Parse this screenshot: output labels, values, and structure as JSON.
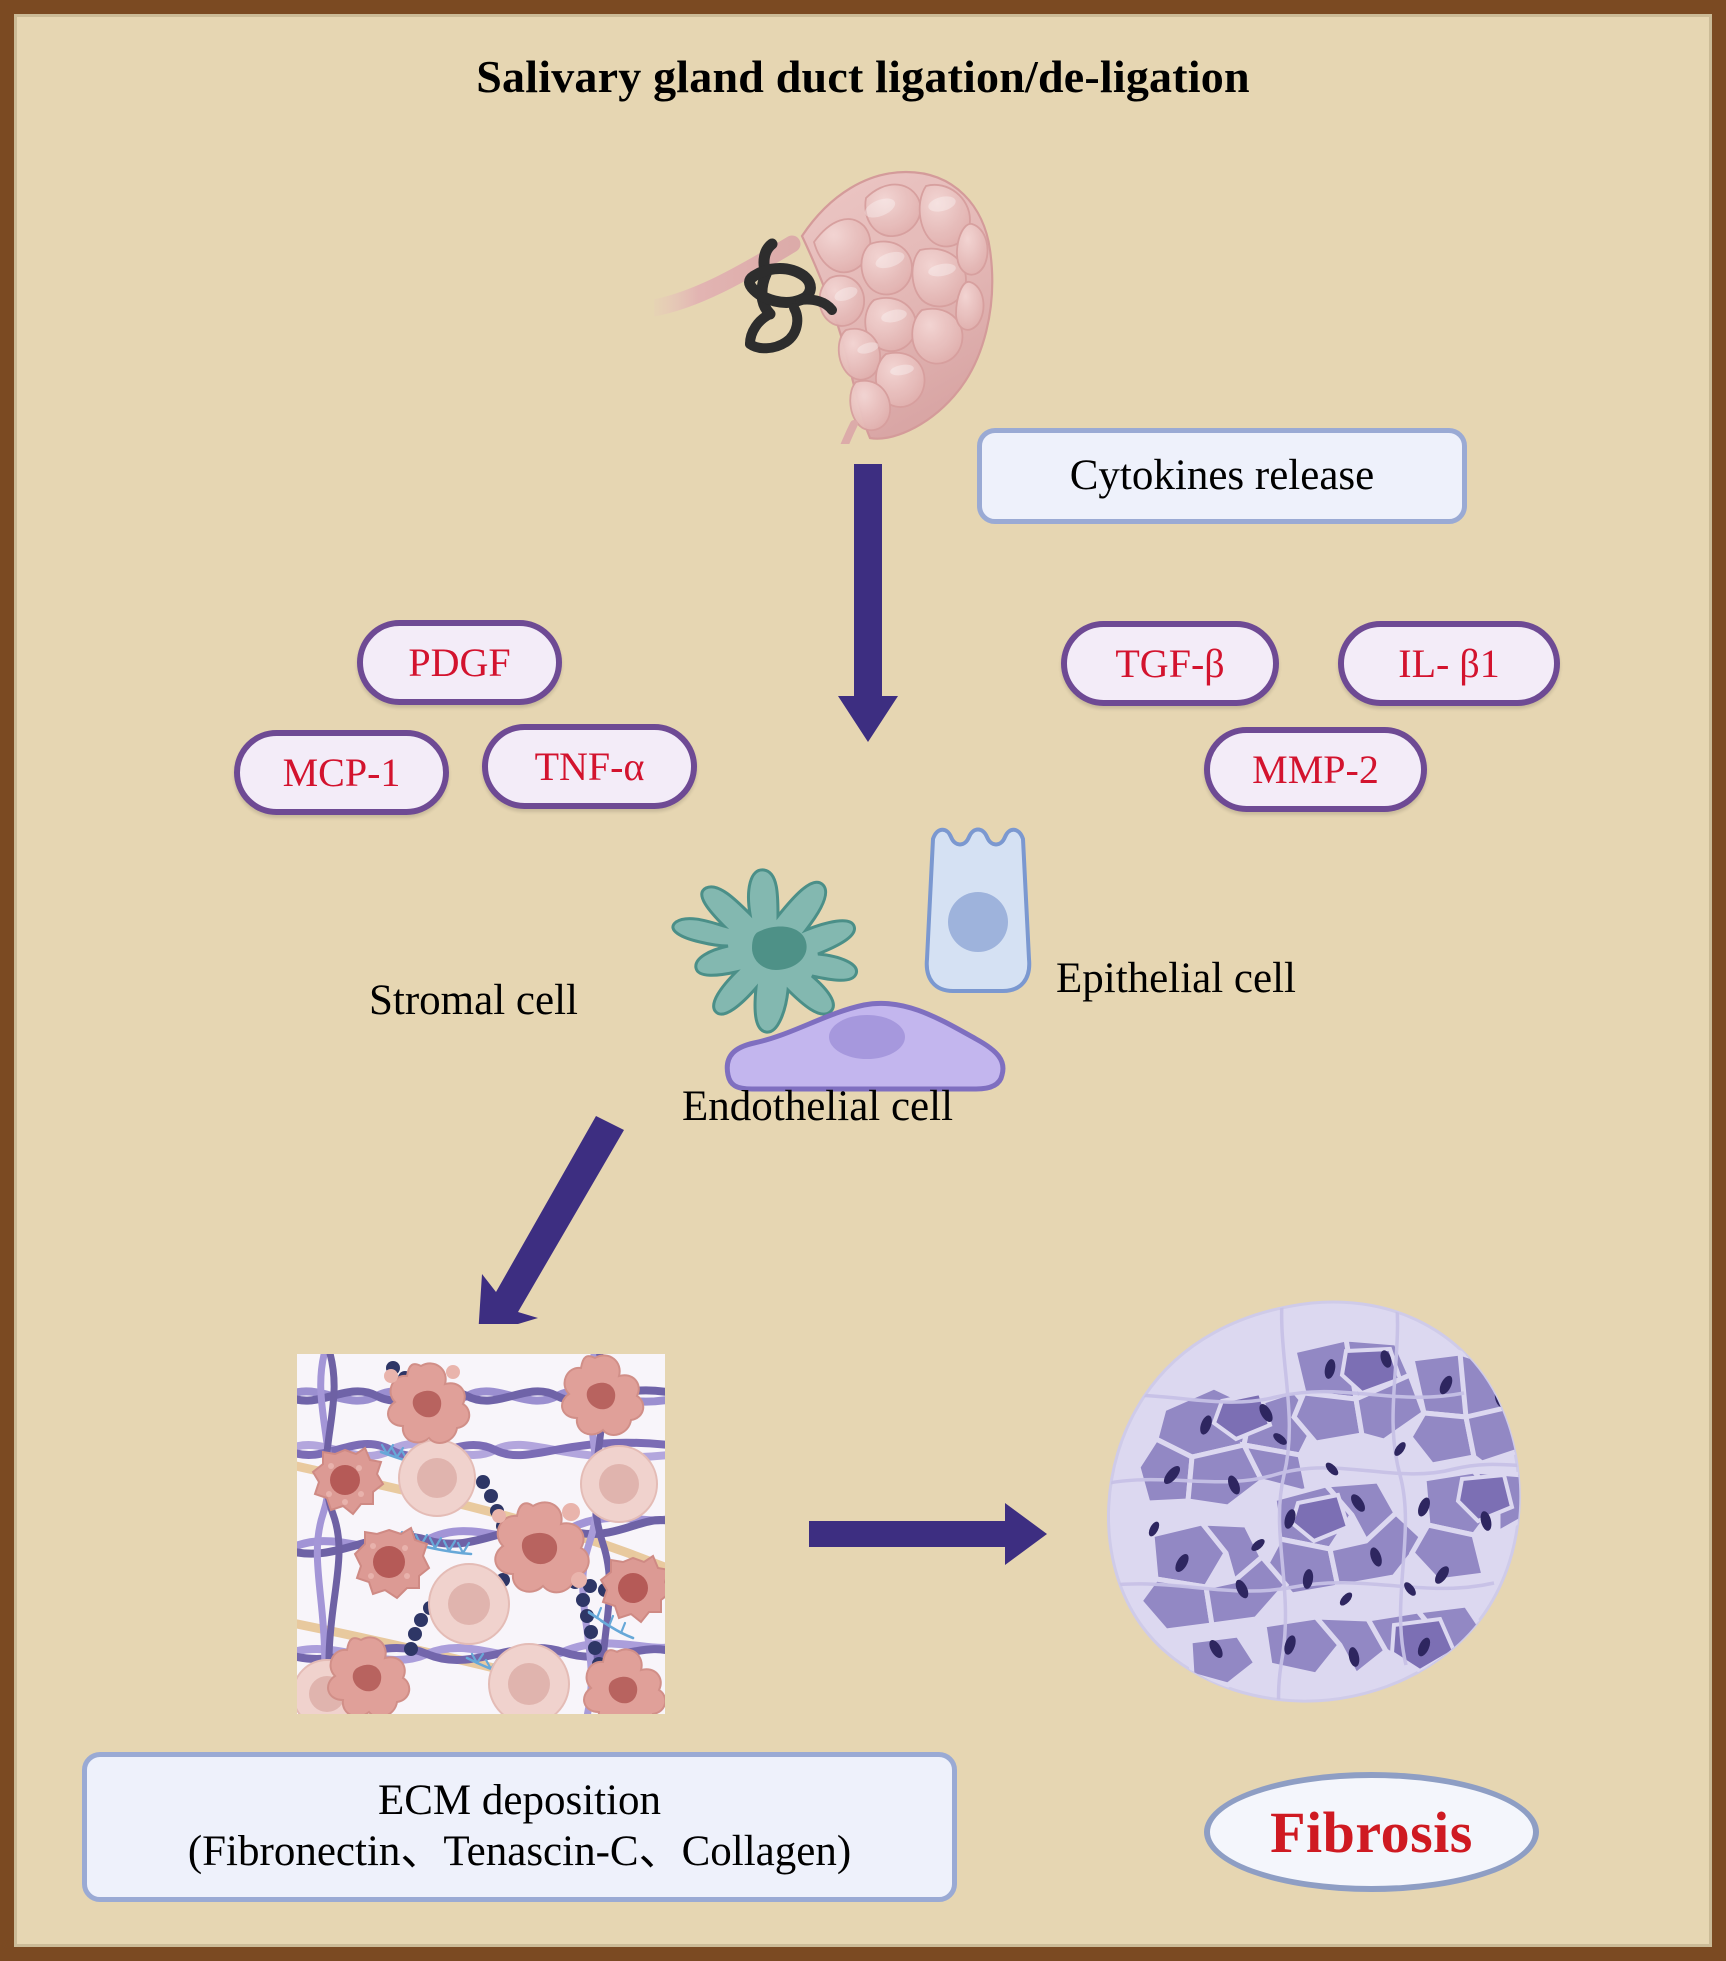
{
  "figure": {
    "title": "Salivary gland duct ligation/de-ligation",
    "background_color": "#e6d6b2",
    "border_color": "#7b4a22",
    "arrow_color": "#3d2e81"
  },
  "boxes": {
    "cytokines_release": "Cytokines release",
    "ecm_deposition_line1": "ECM deposition",
    "ecm_deposition_line2": "(Fibronectin、Tenascin-C、Collagen)",
    "fibrosis": "Fibrosis"
  },
  "cytokines_left": [
    {
      "label": "PDGF"
    },
    {
      "label": "MCP-1"
    },
    {
      "label": "TNF-α"
    }
  ],
  "cytokines_right": [
    {
      "label": "TGF-β"
    },
    {
      "label": "IL- β1"
    },
    {
      "label": "MMP-2"
    }
  ],
  "cell_labels": {
    "stromal": "Stromal cell",
    "epithelial": "Epithelial cell",
    "endothelial": "Endothelial cell"
  },
  "illustrations": {
    "gland": "salivary-gland-with-duct-ligature",
    "stromal_cell": "stellate-stromal-cell",
    "epithelial_cell": "columnar-epithelial-cell",
    "endothelial_cell": "flat-endothelial-cell",
    "ecm_matrix": "extracellular-matrix-fibers-and-cells",
    "fibrotic_gland": "fibrotic-gland-histology"
  },
  "colors": {
    "pill_border": "#6e4a94",
    "pill_fill": "#f3ecf8",
    "pill_text": "#d3132e",
    "box_border": "#9aaad4",
    "box_fill": "#eef1fb",
    "fibrosis_text": "#cf1a22",
    "gland_pink": "#e9bfbd",
    "fibrotic_purple": "#8e86c0",
    "stromal_green": "#7bb3ad",
    "epithelial_blue": "#d3e0f2",
    "endothelial_purple": "#bdb0e8"
  }
}
